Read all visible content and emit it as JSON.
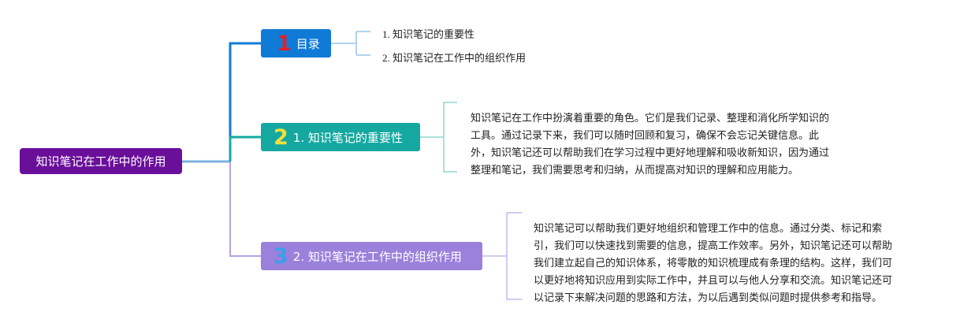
{
  "root": {
    "label": "知识笔记在工作中的作用"
  },
  "branches": [
    {
      "number": "1",
      "label": "目录",
      "number_color": "#e0202a",
      "fill": "#0f7bd6"
    },
    {
      "number": "2",
      "label": "1. 知识笔记的重要性",
      "number_color": "#f2e03a",
      "fill": "#14a8a0"
    },
    {
      "number": "3",
      "label": "2. 知识笔记在工作中的组织作用",
      "number_color": "#3aa0e8",
      "fill": "#9b80dc"
    }
  ],
  "toc_items": [
    "1. 知识笔记的重要性",
    "2. 知识笔记在工作中的组织作用"
  ],
  "importance_text": [
    "知识笔记在工作中扮演着重要的角色。它们是我们记录、整理和消化所学知识的",
    "工具。通过记录下来，我们可以随时回顾和复习，确保不会忘记关键信息。此",
    "外，知识笔记还可以帮助我们在学习过程中更好地理解和吸收新知识，因为通过",
    "整理和笔记，我们需要思考和归纳，从而提高对知识的理解和应用能力。"
  ],
  "organization_text": [
    "知识笔记可以帮助我们更好地组织和管理工作中的信息。通过分类、标记和索",
    "引，我们可以快速找到需要的信息，提高工作效率。另外，知识笔记还可以帮助",
    "我们建立起自己的知识体系，将零散的知识梳理成有条理的结构。这样，我们可",
    "以更好地将知识应用到实际工作中，并且可以与他人分享和交流。知识笔记还可",
    "以记录下来解决问题的思路和方法，为以后遇到类似问题时提供参考和指导。"
  ],
  "colors": {
    "root": "#6a0f9a",
    "connector_blue": "#0f7bd6",
    "connector_teal": "#14a8a0",
    "connector_purple": "#9b80dc",
    "leaf_line_blue": "#9cc3ea",
    "leaf_line_teal": "#8fd6d0",
    "leaf_line_purple": "#c8b8ec"
  }
}
